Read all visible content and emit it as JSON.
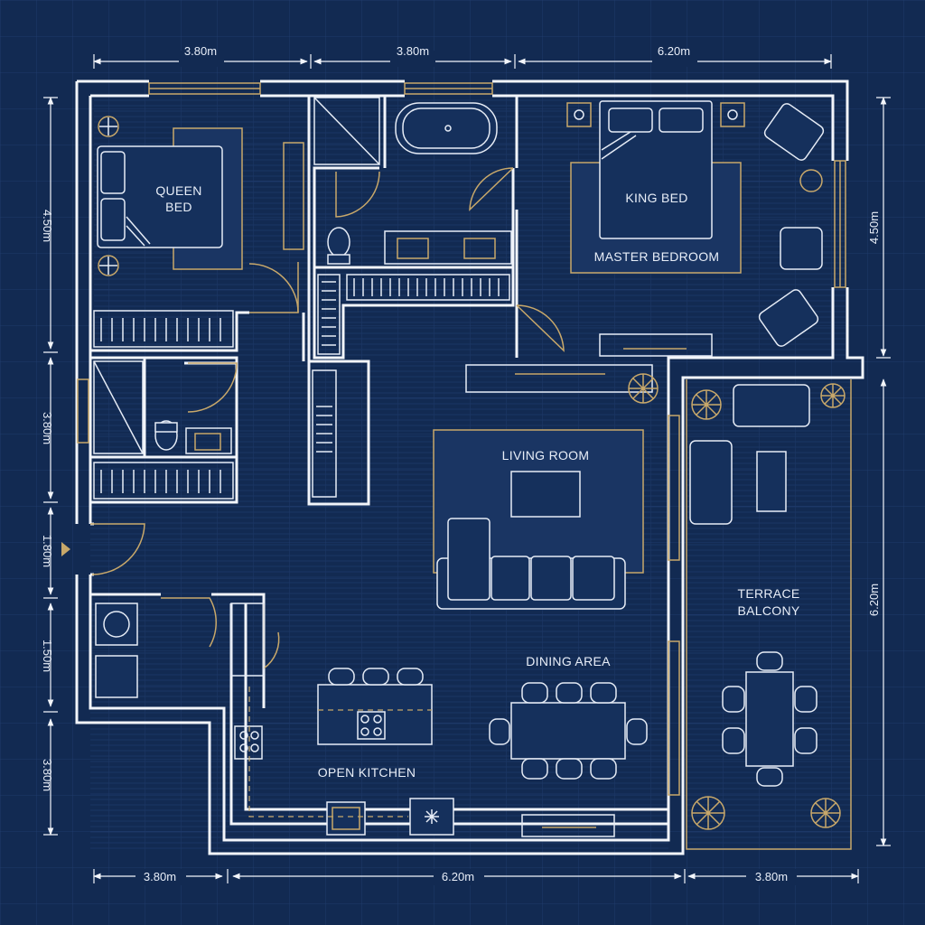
{
  "rooms": {
    "queen_bed": [
      "QUEEN",
      "BED"
    ],
    "king_bed": "KING BED",
    "master_bedroom": "MASTER BEDROOM",
    "living_room": "LIVING ROOM",
    "dining_area": "DINING AREA",
    "open_kitchen": "OPEN KITCHEN",
    "terrace_balcony": [
      "TERRACE",
      "BALCONY"
    ]
  },
  "dimensions": {
    "top": [
      "3.80m",
      "3.80m",
      "6.20m"
    ],
    "left": [
      "4.50m",
      "3.80m",
      "1.80m",
      "1.50m",
      "3.80m"
    ],
    "right": [
      "4.50m",
      "6.20m"
    ],
    "bottom": [
      "3.80m",
      "6.20m",
      "3.80m"
    ]
  },
  "colors": {
    "background": "#122a52",
    "grid": "#1f3b6b",
    "walls": "#f2f5fb",
    "accent_gold": "#c8a86a"
  }
}
